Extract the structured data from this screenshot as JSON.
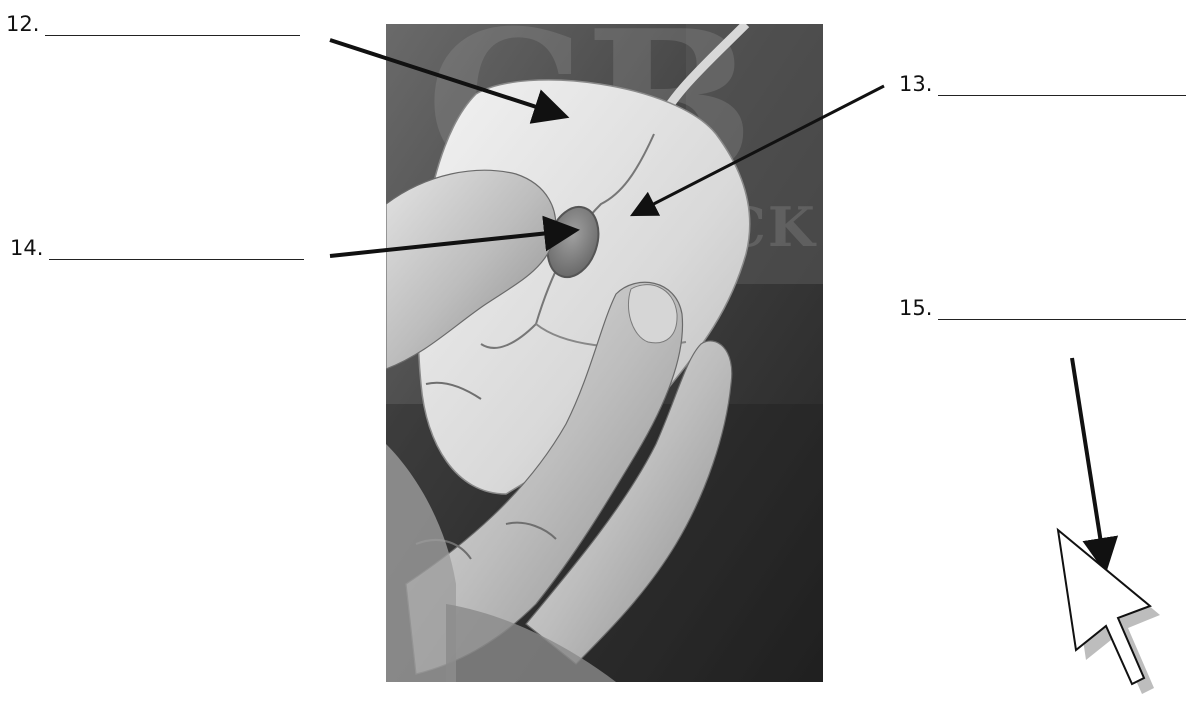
{
  "labels": {
    "l12": {
      "number": "12."
    },
    "l13": {
      "number": "13."
    },
    "l14": {
      "number": "14."
    },
    "l15": {
      "number": "15."
    }
  },
  "photo": {
    "subject": "hand-holding-computer-mouse",
    "watermark": {
      "logo_letters": "CB",
      "text": "A&C BLACK"
    }
  },
  "colors": {
    "arrow": "#111111",
    "cursor_fill": "#ffffff",
    "cursor_shadow": "#bdbdbd",
    "photo_dark": "#2b2b2b"
  }
}
